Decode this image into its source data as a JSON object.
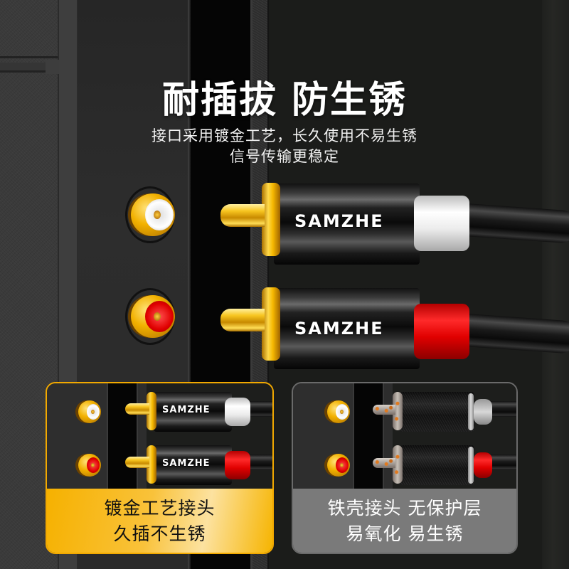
{
  "headline": {
    "title": "耐插拔 防生锈",
    "subtitle_line1": "接口采用镀金工艺，长久使用不易生锈",
    "subtitle_line2": "信号传输更稳定"
  },
  "main_plugs": {
    "brand": "SAMZHE",
    "top": {
      "color": "white",
      "cap_hex": "#ffffff"
    },
    "bottom": {
      "color": "red",
      "cap_hex": "#e60000"
    }
  },
  "comparison": {
    "good": {
      "brand": "SAMZHE",
      "caption_line1": "镀金工艺接头",
      "caption_line2": "久插不生锈",
      "accent_hex": "#f6b100"
    },
    "bad": {
      "caption_line1": "铁壳接头 无保护层",
      "caption_line2": "易氧化 易生锈",
      "accent_hex": "#7a7a7a"
    }
  },
  "colors": {
    "background": "#1b1c1a",
    "gold": "#f5b800",
    "red": "#e00000",
    "white": "#ffffff",
    "text": "#ffffff"
  }
}
